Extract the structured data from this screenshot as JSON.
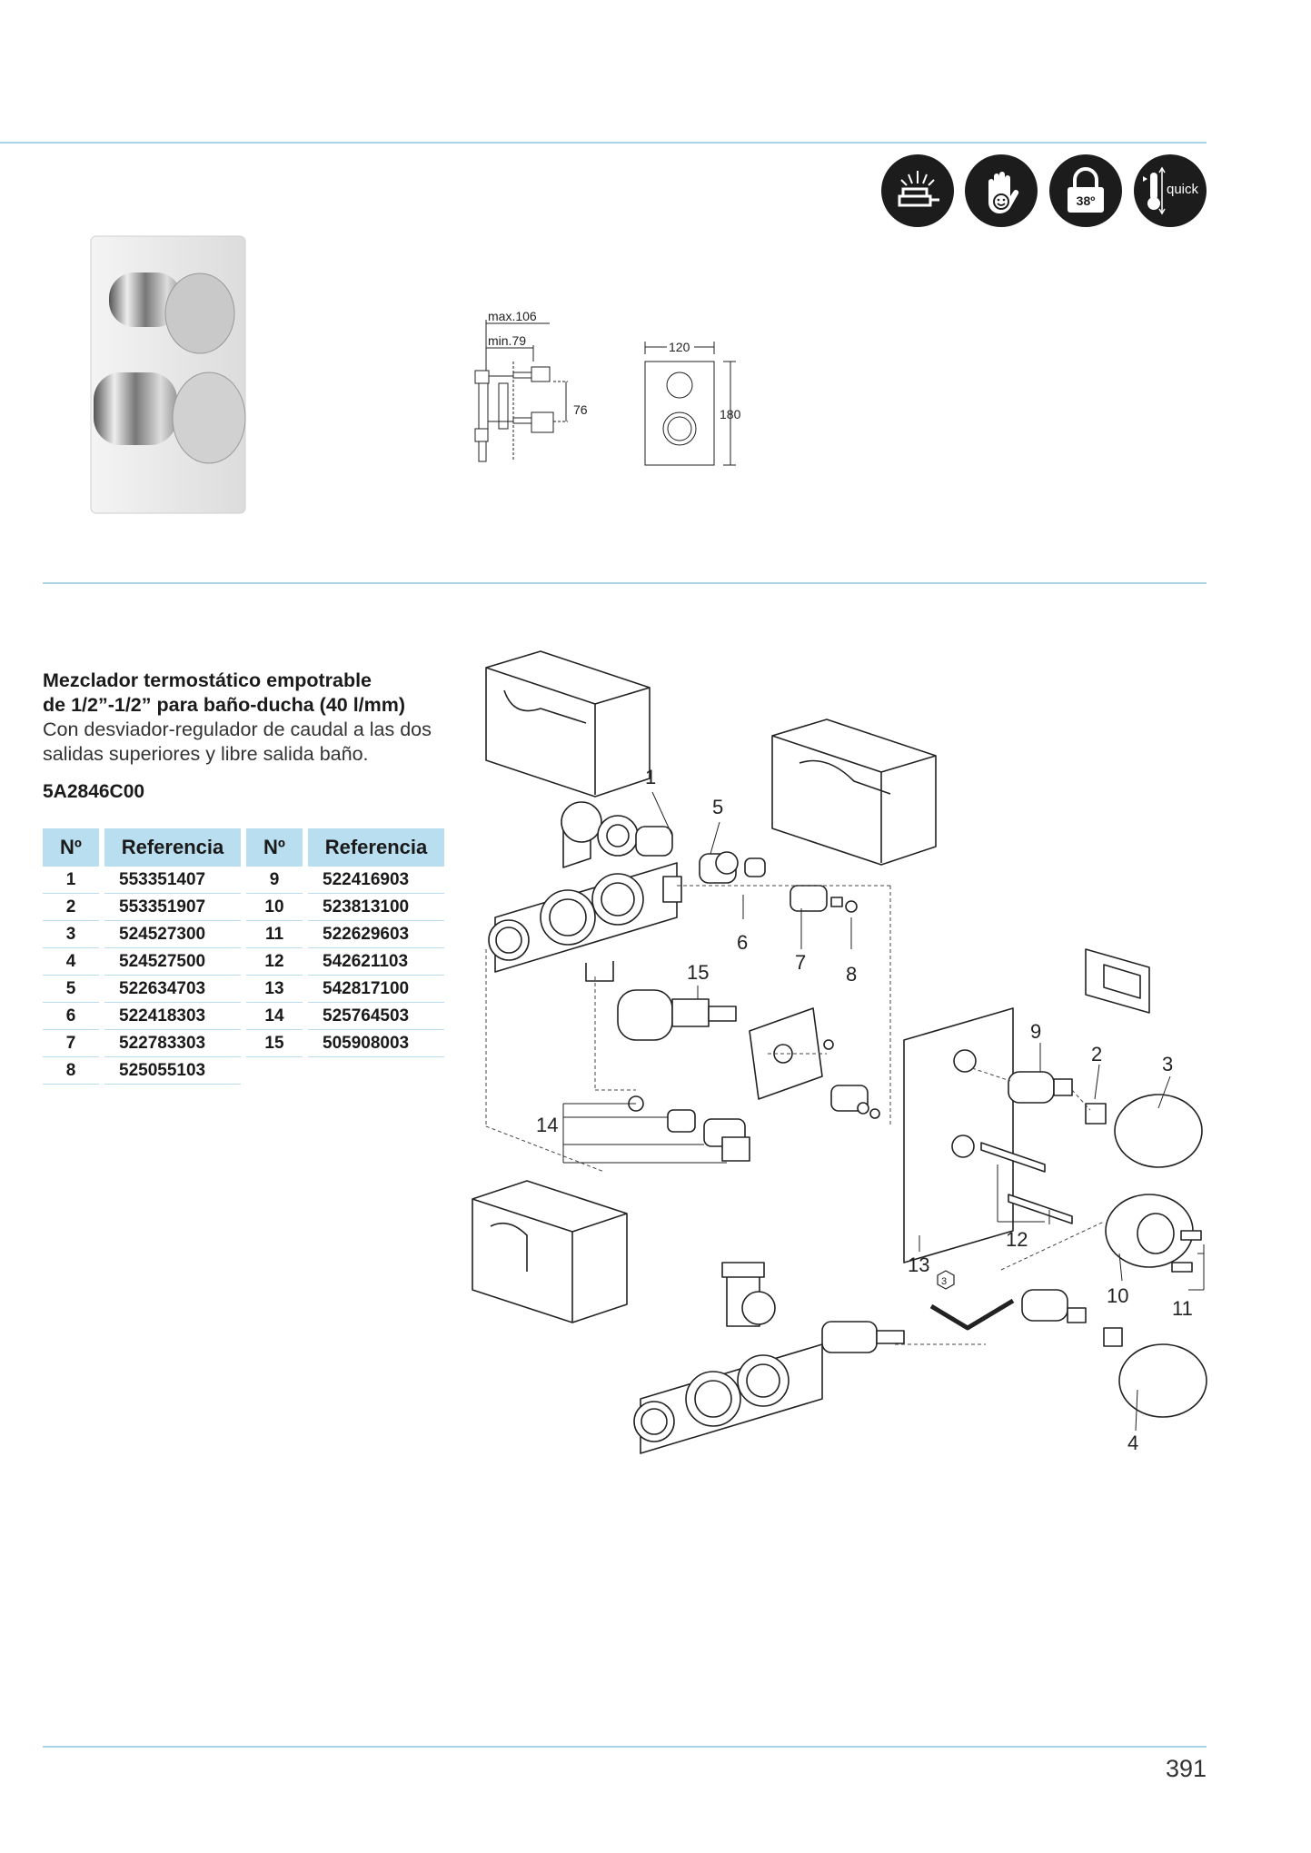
{
  "features": [
    {
      "icon": "ecostop-cold-icon"
    },
    {
      "icon": "safe-touch-hand-icon"
    },
    {
      "icon": "temperature-lock-icon",
      "label": "38º"
    },
    {
      "icon": "quick-thermometer-icon",
      "label": "quick"
    }
  ],
  "dimensions": {
    "max": "max.106",
    "min": "min.79",
    "depth": "76",
    "width": "120",
    "height": "180"
  },
  "product": {
    "title_line1": "Mezclador termostático empotrable",
    "title_line2": "de 1/2”-1/2” para baño-ducha (40 l/mm)",
    "desc_line1": "Con desviador-regulador de caudal a las dos",
    "desc_line2": "salidas superiores y libre salida baño.",
    "code": "5A2846C00"
  },
  "table": {
    "headers": [
      "Nº",
      "Referencia",
      "Nº",
      "Referencia"
    ],
    "rows": [
      [
        "1",
        "553351407",
        "9",
        "522416903"
      ],
      [
        "2",
        "553351907",
        "10",
        "523813100"
      ],
      [
        "3",
        "524527300",
        "11",
        "522629603"
      ],
      [
        "4",
        "524527500",
        "12",
        "542621103"
      ],
      [
        "5",
        "522634703",
        "13",
        "542817100"
      ],
      [
        "6",
        "522418303",
        "14",
        "525764503"
      ],
      [
        "7",
        "522783303",
        "15",
        "505908003"
      ],
      [
        "8",
        "525055103",
        "",
        ""
      ]
    ]
  },
  "part_labels": [
    "1",
    "2",
    "3",
    "4",
    "5",
    "6",
    "7",
    "8",
    "9",
    "10",
    "11",
    "12",
    "13",
    "14",
    "15"
  ],
  "allen_key_label": "3",
  "page_number": "391"
}
